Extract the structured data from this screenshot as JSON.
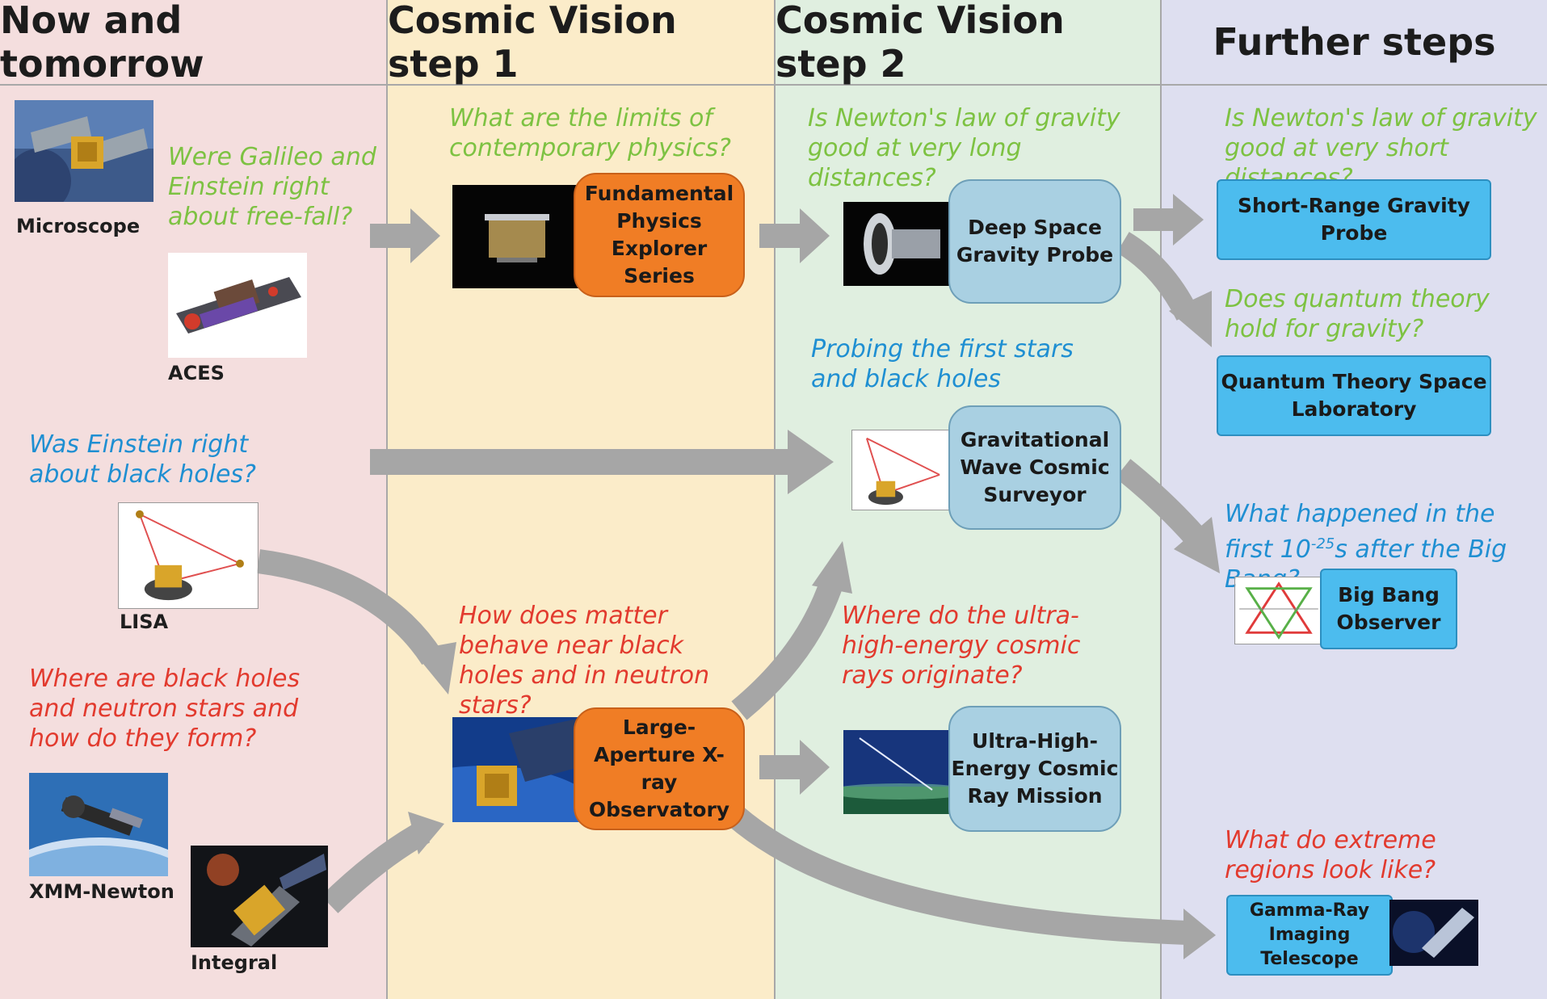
{
  "columns": [
    {
      "title": "Now and tomorrow",
      "bg": "#f4dede"
    },
    {
      "title": "Cosmic Vision step 1",
      "bg": "#fbecc9"
    },
    {
      "title": "Cosmic Vision step 2",
      "bg": "#e0efe0"
    },
    {
      "title": "Further steps",
      "bg": "#dedff0"
    }
  ],
  "colors": {
    "green": "#7dc242",
    "blue": "#1f8fd2",
    "red": "#e23a2e",
    "orange": "#f07d25",
    "lightblue": "#a9d0e2",
    "cyan": "#4cbcee",
    "arrow": "#a6a6a6"
  },
  "now": {
    "q_galileo": "Were Galileo and Einstein right about free-fall?",
    "microscope": "Microscope",
    "aces": "ACES",
    "q_einstein": "Was Einstein right about black holes?",
    "lisa": "LISA",
    "q_blackholes": "Where are black holes and neutron stars and how do they form?",
    "xmm": "XMM-Newton",
    "integral": "Integral"
  },
  "step1": {
    "q_limits": "What are the limits of contemporary physics?",
    "fpe": "Fundamental Physics Explorer Series",
    "q_matter": "How does matter behave near black holes and in neutron stars?",
    "laxo": "Large-Aperture X-ray Observatory"
  },
  "step2": {
    "q_newton_long": "Is Newton's law of gravity good at very long distances?",
    "dsgp": "Deep Space Gravity Probe",
    "q_first_stars": "Probing the first stars and black holes",
    "gwcs": "Gravitational Wave Cosmic Surveyor",
    "q_cosmic_rays": "Where do the ultra-high-energy cosmic rays originate?",
    "uhecr": "Ultra-High-Energy Cosmic Ray Mission"
  },
  "further": {
    "q_newton_short": "Is Newton's law of gravity good at very short distances?",
    "srgp": "Short-Range Gravity Probe",
    "q_quantum": "Does quantum theory hold for gravity?",
    "qtsl": "Quantum Theory Space Laboratory",
    "q_bigbang_pre": "What happened in the first 10",
    "q_bigbang_exp": "-25",
    "q_bigbang_post": "s after the Big Bang?",
    "bbo": "Big Bang Observer",
    "q_extreme": "What do extreme regions look like?",
    "grit": "Gamma-Ray Imaging Telescope"
  }
}
